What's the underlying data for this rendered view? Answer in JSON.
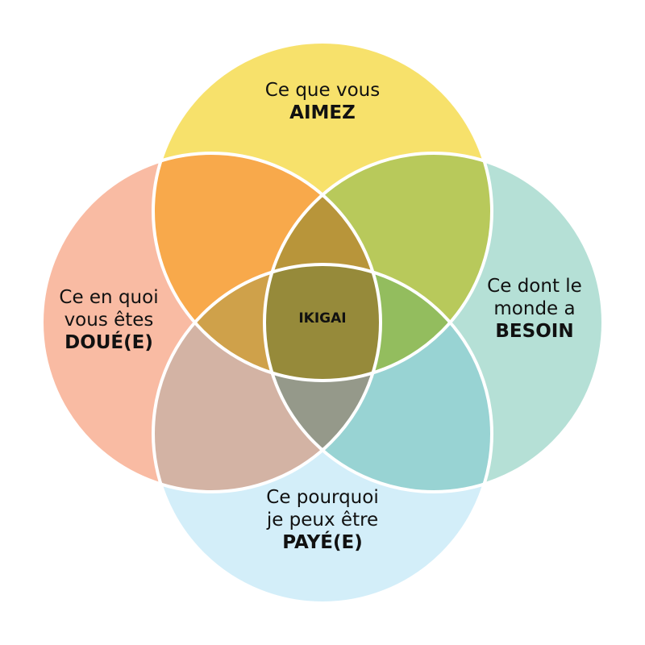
{
  "colors": {
    "top": "#f7e16b",
    "left": "#f9bba3",
    "right": "#b5e0d6",
    "bottom": "#d3eef9",
    "top_left": "#f8a94b",
    "top_right": "#b8c95b",
    "left_bottom": "#d3b3a4",
    "right_bottom": "#98d3d3",
    "top_left_right": "#b8953a",
    "top_left_bottom": "#cfa14a",
    "top_right_bottom": "#93bd5e",
    "left_right_bottom": "#95998a",
    "all": "#968a3a",
    "stroke": "#ffffff"
  },
  "circles": {
    "top": {
      "title_line1": "Ce que vous",
      "title_bold": "AIMEZ"
    },
    "left": {
      "title_line1": "Ce en quoi",
      "title_line2": "vous êtes",
      "title_bold": "DOUÉ(E)"
    },
    "right": {
      "title_line1": "Ce dont le",
      "title_line2": "monde a",
      "title_bold": "BESOIN"
    },
    "bottom": {
      "title_line1": "Ce pourquoi",
      "title_line2": "je peux être",
      "title_bold": "PAYÉ(E)"
    }
  },
  "center": {
    "label": "IKIGAI"
  }
}
